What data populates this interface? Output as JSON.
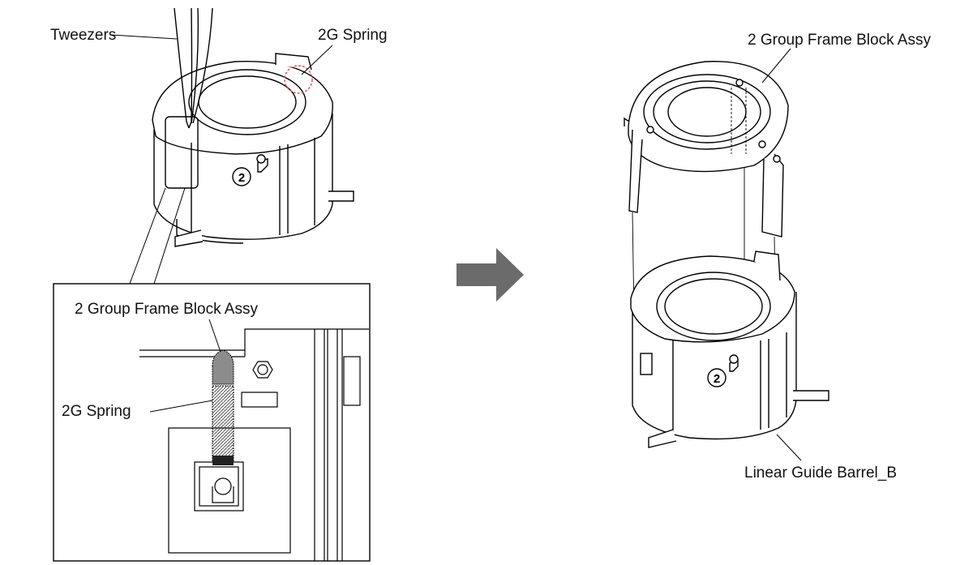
{
  "labels": {
    "tweezers": "Tweezers",
    "spring_top": "2G Spring",
    "frame_detail": "2 Group Frame Block Assy",
    "spring_detail": "2G Spring",
    "frame_right": "2 Group Frame Block Assy",
    "barrel_right": "Linear Guide Barrel_B"
  },
  "part_numbers": {
    "left_barrel": "2",
    "right_barrel": "2"
  },
  "colors": {
    "arrow": "#6b6b6b",
    "line": "#000000",
    "highlight": "#d9534f",
    "spring_fill": "#8c8c8c"
  }
}
